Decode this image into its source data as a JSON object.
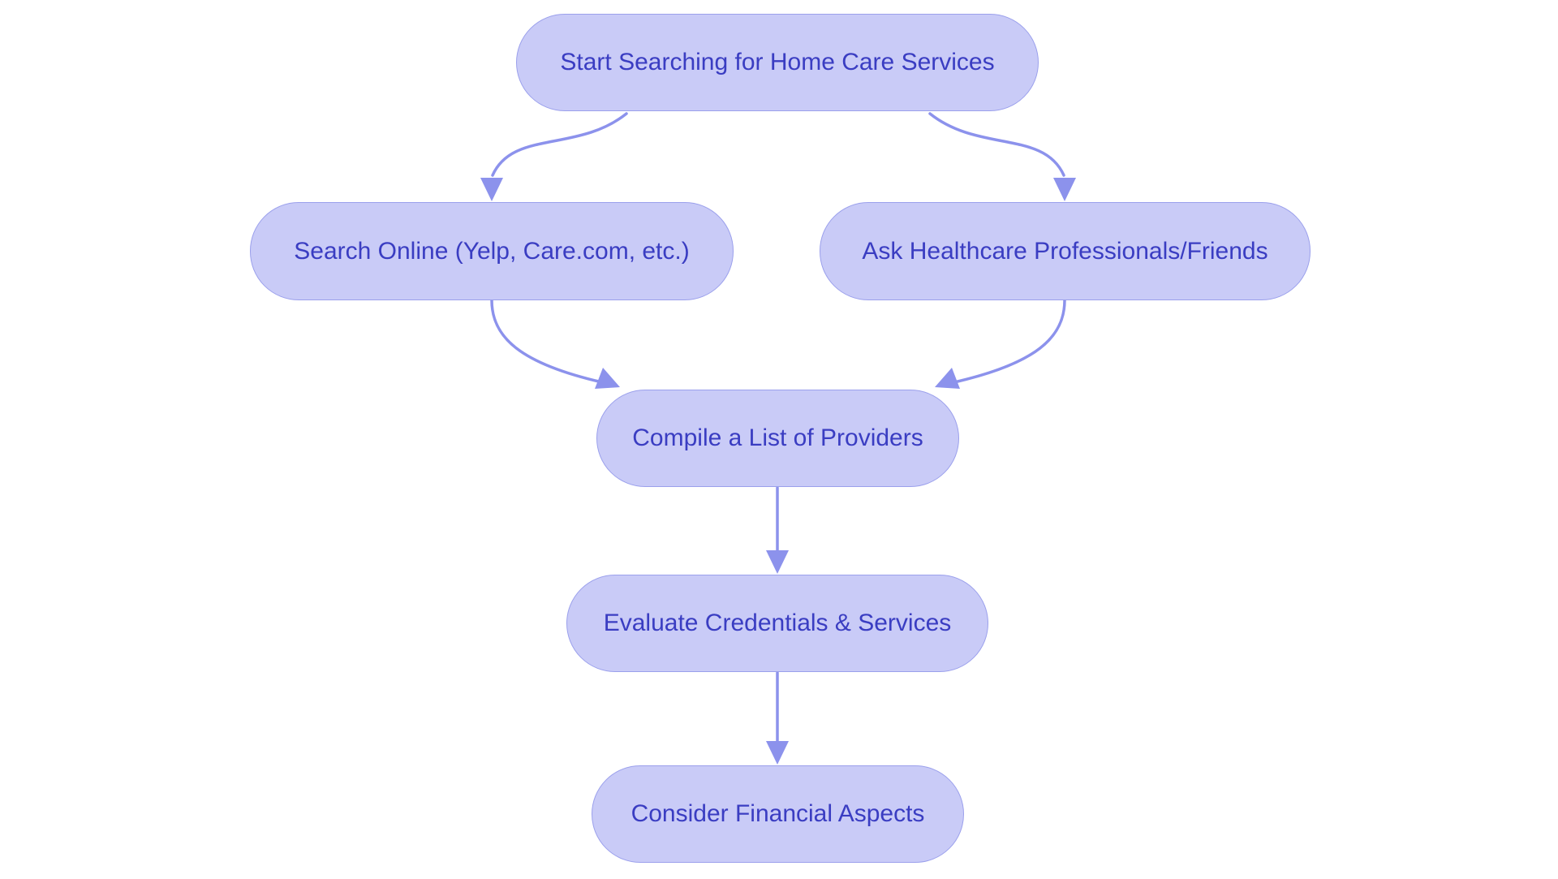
{
  "diagram": {
    "type": "flowchart",
    "direction": "top-down",
    "nodes": [
      {
        "id": "start",
        "label": "Start Searching for Home Care Services"
      },
      {
        "id": "search_online",
        "label": "Search Online (Yelp, Care.com, etc.)"
      },
      {
        "id": "ask_professionals",
        "label": "Ask Healthcare Professionals/Friends"
      },
      {
        "id": "compile_list",
        "label": "Compile a List of Providers"
      },
      {
        "id": "evaluate",
        "label": "Evaluate Credentials & Services"
      },
      {
        "id": "financial",
        "label": "Consider Financial Aspects"
      }
    ],
    "edges": [
      {
        "from": "start",
        "to": "search_online"
      },
      {
        "from": "start",
        "to": "ask_professionals"
      },
      {
        "from": "search_online",
        "to": "compile_list"
      },
      {
        "from": "ask_professionals",
        "to": "compile_list"
      },
      {
        "from": "compile_list",
        "to": "evaluate"
      },
      {
        "from": "evaluate",
        "to": "financial"
      }
    ]
  },
  "colors": {
    "node-fill": "#c9cbf7",
    "node-border": "#9ba0ec",
    "node-text": "#3a3dc2",
    "arrow": "#8c92ec",
    "bg": "#ffffff"
  }
}
